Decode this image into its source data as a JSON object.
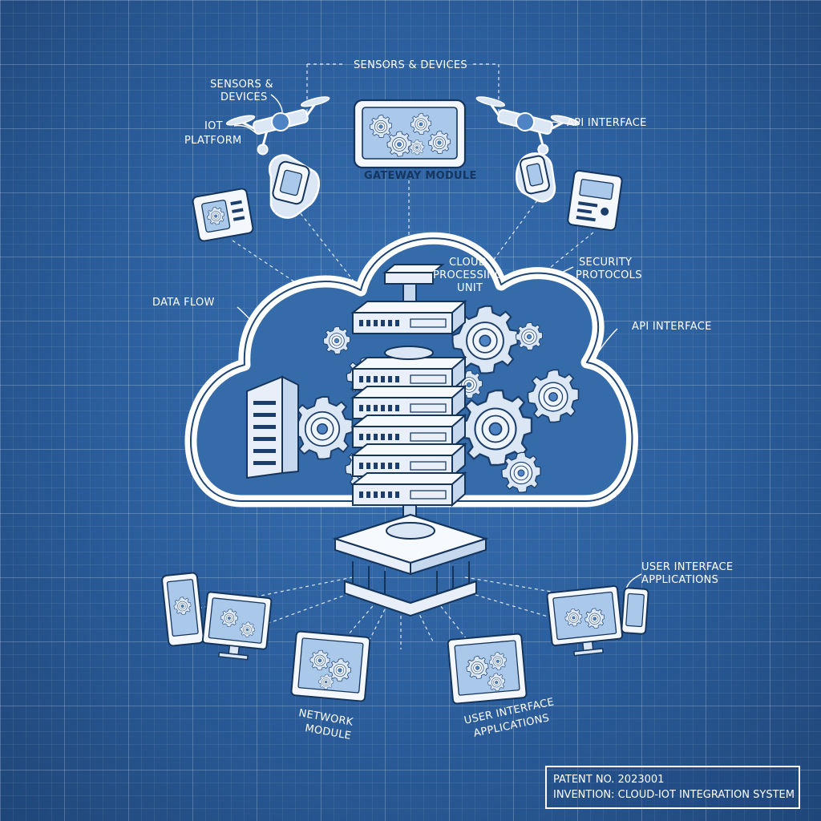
{
  "labels": {
    "sensors_top": "SENSORS & DEVICES",
    "sensors_left_1": "SENSORS &",
    "sensors_left_2": "DEVICES",
    "iot_platform_1": "IOT",
    "iot_platform_2": "PLATFORM",
    "api_interface_top": "API INTERFACE",
    "gateway_module": "GATEWAY MODULE",
    "cloud_processing_1": "CLOUD",
    "cloud_processing_2": "PROCESSING",
    "cloud_processing_3": "UNIT",
    "security_1": "SECURITY",
    "security_2": "PROTOCOLS",
    "data_flow": "DATA FLOW",
    "api_interface_right": "API INTERFACE",
    "user_interface_right_1": "USER INTERFACE",
    "user_interface_right_2": "APPLICATIONS",
    "network_module_1": "NETWORK",
    "network_module_2": "MODULE",
    "user_interface_bottom_1": "USER INTERFACE",
    "user_interface_bottom_2": "APPLICATIONS"
  },
  "patent": {
    "number": "PATENT NO. 2023001",
    "invention": "INVENTION: CLOUD-IOT INTEGRATION SYSTEM"
  },
  "colors": {
    "blueprint_bg": "#2c5f9e",
    "line": "#ffffff",
    "fill_light": "#dbe7f4",
    "screen_fill": "#a9c8ea",
    "accent_dark": "#16365f"
  }
}
